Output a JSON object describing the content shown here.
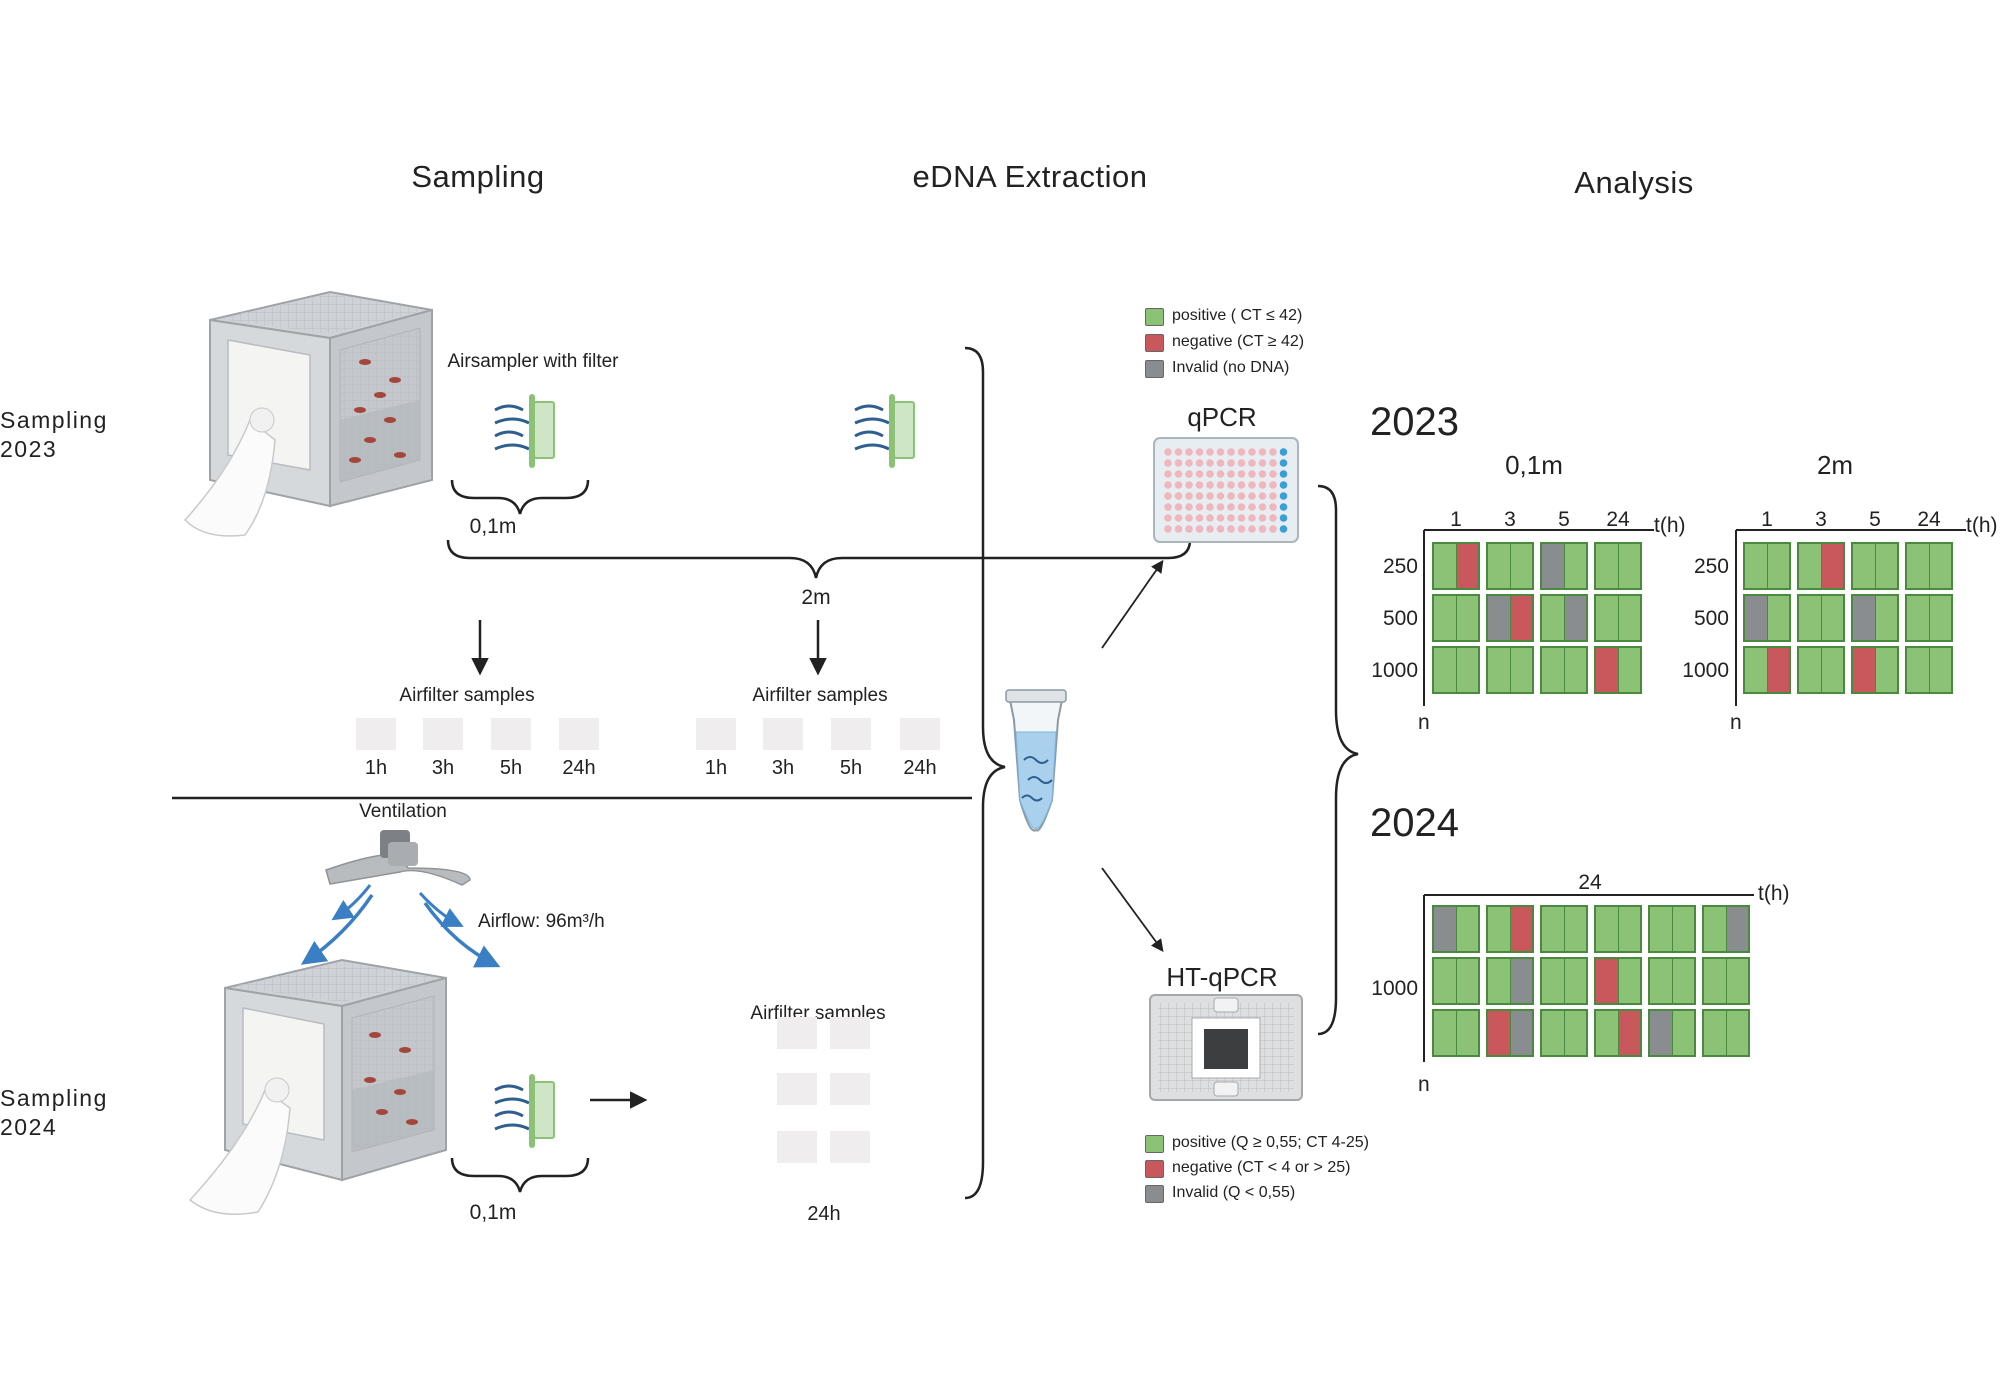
{
  "sections": {
    "sampling": "Sampling",
    "extraction": "eDNA Extraction",
    "analysis": "Analysis"
  },
  "rows": {
    "sampling_2023": "Sampling\n2023",
    "sampling_2024": "Sampling\n2024"
  },
  "setup_2023": {
    "airsampler_label": "Airsampler with filter",
    "distance_near": "0,1m",
    "distance_far": "2m",
    "airfilter_label_near": "Airfilter samples",
    "airfilter_label_far": "Airfilter samples",
    "times_near": [
      "1h",
      "3h",
      "5h",
      "24h"
    ],
    "times_far": [
      "1h",
      "3h",
      "5h",
      "24h"
    ]
  },
  "setup_2024": {
    "ventilation_label": "Ventilation",
    "airflow_label": "Airflow: 96m³/h",
    "distance": "0,1m",
    "airfilter_label": "Airfilter samples",
    "time": "24h"
  },
  "methods": {
    "qpcr": "qPCR",
    "htqpcr": "HT-qPCR"
  },
  "legend_qpcr": [
    {
      "label": "positive ( CT ≤ 42)",
      "color": "#8cc276"
    },
    {
      "label": "negative (CT ≥ 42)",
      "color": "#c9585c"
    },
    {
      "label": "Invalid (no DNA)",
      "color": "#8a8d90"
    }
  ],
  "legend_htqpcr": [
    {
      "label": "positive (Q ≥ 0,55; CT 4-25)",
      "color": "#8cc276"
    },
    {
      "label": "negative (CT < 4 or > 25)",
      "color": "#c9585c"
    },
    {
      "label": "Invalid (Q < 0,55)",
      "color": "#8a8d90"
    }
  ],
  "colors": {
    "P": "#8cc276",
    "N": "#c9585c",
    "I": "#8a8d90"
  },
  "results": {
    "year_2023": "2023",
    "year_2024": "2024",
    "panel_near": {
      "title": "0,1m",
      "time_axis": "t(h)",
      "n_axis": "n",
      "times": [
        "1",
        "3",
        "5",
        "24"
      ],
      "n_values": [
        "250",
        "500",
        "1000"
      ],
      "cells": [
        [
          [
            "P",
            "N"
          ],
          [
            "P",
            "P"
          ],
          [
            "I",
            "P"
          ],
          [
            "P",
            "P"
          ]
        ],
        [
          [
            "P",
            "P"
          ],
          [
            "I",
            "N"
          ],
          [
            "P",
            "I"
          ],
          [
            "P",
            "P"
          ]
        ],
        [
          [
            "P",
            "P"
          ],
          [
            "P",
            "P"
          ],
          [
            "P",
            "P"
          ],
          [
            "N",
            "P"
          ]
        ]
      ]
    },
    "panel_far": {
      "title": "2m",
      "time_axis": "t(h)",
      "n_axis": "n",
      "times": [
        "1",
        "3",
        "5",
        "24"
      ],
      "n_values": [
        "250",
        "500",
        "1000"
      ],
      "cells": [
        [
          [
            "P",
            "P"
          ],
          [
            "P",
            "N"
          ],
          [
            "P",
            "P"
          ],
          [
            "P",
            "P"
          ]
        ],
        [
          [
            "I",
            "P"
          ],
          [
            "P",
            "P"
          ],
          [
            "I",
            "P"
          ],
          [
            "P",
            "P"
          ]
        ],
        [
          [
            "P",
            "N"
          ],
          [
            "P",
            "P"
          ],
          [
            "N",
            "P"
          ],
          [
            "P",
            "P"
          ]
        ]
      ]
    },
    "panel_2024": {
      "time": "24",
      "time_axis": "t(h)",
      "n_axis": "n",
      "n_value": "1000",
      "cells": [
        [
          [
            "I",
            "P"
          ],
          [
            "P",
            "N"
          ],
          [
            "P",
            "P"
          ],
          [
            "P",
            "P"
          ],
          [
            "P",
            "P"
          ],
          [
            "P",
            "I"
          ]
        ],
        [
          [
            "P",
            "P"
          ],
          [
            "P",
            "I"
          ],
          [
            "P",
            "P"
          ],
          [
            "N",
            "P"
          ],
          [
            "P",
            "P"
          ],
          [
            "P",
            "P"
          ]
        ],
        [
          [
            "P",
            "P"
          ],
          [
            "N",
            "I"
          ],
          [
            "P",
            "P"
          ],
          [
            "P",
            "N"
          ],
          [
            "I",
            "P"
          ],
          [
            "P",
            "P"
          ]
        ]
      ]
    }
  }
}
